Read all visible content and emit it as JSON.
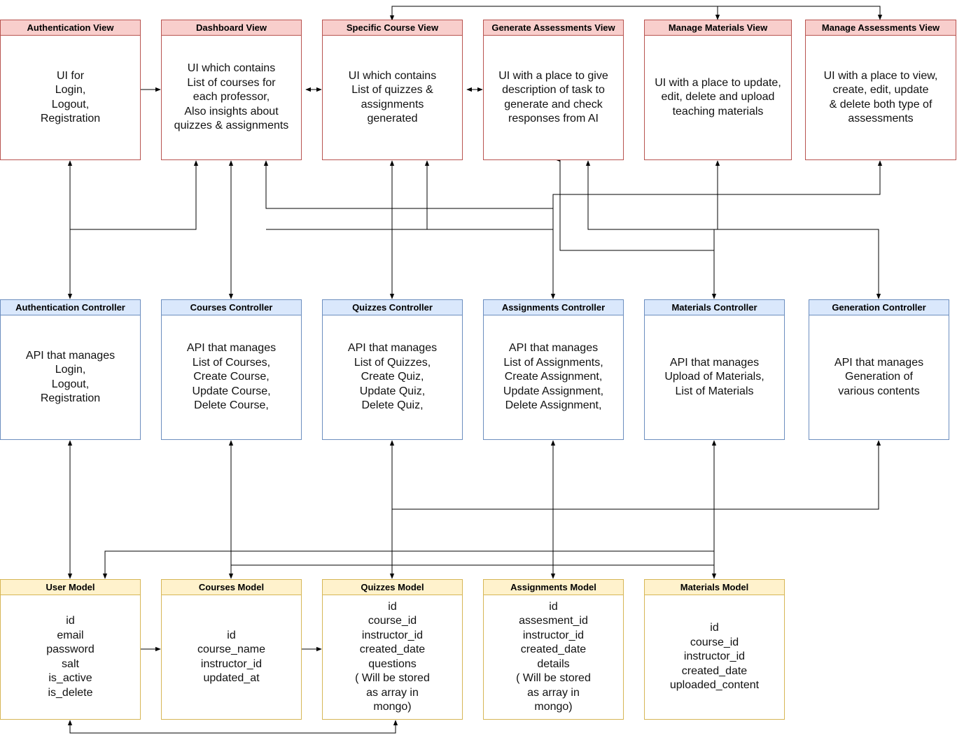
{
  "views": [
    {
      "id": "auth_view",
      "title": "Authentication View",
      "lines": [
        "UI for",
        "Login,",
        "Logout,",
        "Registration"
      ]
    },
    {
      "id": "dash_view",
      "title": "Dashboard View",
      "lines": [
        "UI which contains",
        "List of courses for",
        "each professor,",
        "Also insights about",
        "quizzes & assignments"
      ]
    },
    {
      "id": "course_view",
      "title": "Specific Course View",
      "lines": [
        "UI which contains",
        "List of quizzes &",
        "assignments",
        "generated"
      ]
    },
    {
      "id": "gen_view",
      "title": "Generate Assessments View",
      "lines": [
        "UI with a place to give",
        "description of task to",
        "generate and check",
        "responses from AI"
      ]
    },
    {
      "id": "mat_view",
      "title": "Manage Materials View",
      "lines": [
        "UI with a place to update,",
        "edit, delete and upload",
        "teaching materials"
      ]
    },
    {
      "id": "assess_view",
      "title": "Manage Assessments View",
      "lines": [
        "UI with a place to view,",
        "create, edit, update",
        "& delete both type of",
        "assessments"
      ]
    }
  ],
  "controllers": [
    {
      "id": "auth_ctrl",
      "title": "Authentication Controller",
      "lines": [
        "API that manages",
        "Login,",
        "Logout,",
        "Registration"
      ]
    },
    {
      "id": "courses_ctrl",
      "title": "Courses Controller",
      "lines": [
        "API that manages",
        "List of Courses,",
        "Create Course,",
        "Update Course,",
        "Delete Course,"
      ]
    },
    {
      "id": "quizzes_ctrl",
      "title": "Quizzes Controller",
      "lines": [
        "API that manages",
        "List of Quizzes,",
        "Create Quiz,",
        "Update Quiz,",
        "Delete Quiz,"
      ]
    },
    {
      "id": "assign_ctrl",
      "title": "Assignments Controller",
      "lines": [
        "API that manages",
        "List of Assignments,",
        "Create Assignment,",
        "Update Assignment,",
        "Delete Assignment,"
      ]
    },
    {
      "id": "mat_ctrl",
      "title": "Materials Controller",
      "lines": [
        "API that manages",
        "Upload of Materials,",
        "List of Materials"
      ]
    },
    {
      "id": "gen_ctrl",
      "title": "Generation Controller",
      "lines": [
        "API that manages",
        "Generation of",
        "various contents"
      ]
    }
  ],
  "models": [
    {
      "id": "user_model",
      "title": "User Model",
      "lines": [
        "id",
        "email",
        "password",
        "salt",
        "is_active",
        "is_delete"
      ]
    },
    {
      "id": "courses_model",
      "title": "Courses Model",
      "lines": [
        "id",
        "course_name",
        "instructor_id",
        "updated_at"
      ]
    },
    {
      "id": "quizzes_model",
      "title": "Quizzes Model",
      "lines": [
        "id",
        "course_id",
        "instructor_id",
        "created_date",
        "questions",
        "( Will be stored",
        "as array in",
        "mongo)"
      ]
    },
    {
      "id": "assign_model",
      "title": "Assignments Model",
      "lines": [
        "id",
        "assesment_id",
        "instructor_id",
        "created_date",
        "details",
        "( Will be stored",
        "as array in",
        "mongo)"
      ]
    },
    {
      "id": "mat_model",
      "title": "Materials Model",
      "lines": [
        "id",
        "course_id",
        "instructor_id",
        "created_date",
        "uploaded_content"
      ]
    }
  ],
  "colors": {
    "view_fill": "#f8cecc",
    "view_stroke": "#b85450",
    "controller_fill": "#dae8fc",
    "controller_stroke": "#6c8ebf",
    "model_fill": "#fff2cc",
    "model_stroke": "#d6b656",
    "connector": "#000000"
  }
}
